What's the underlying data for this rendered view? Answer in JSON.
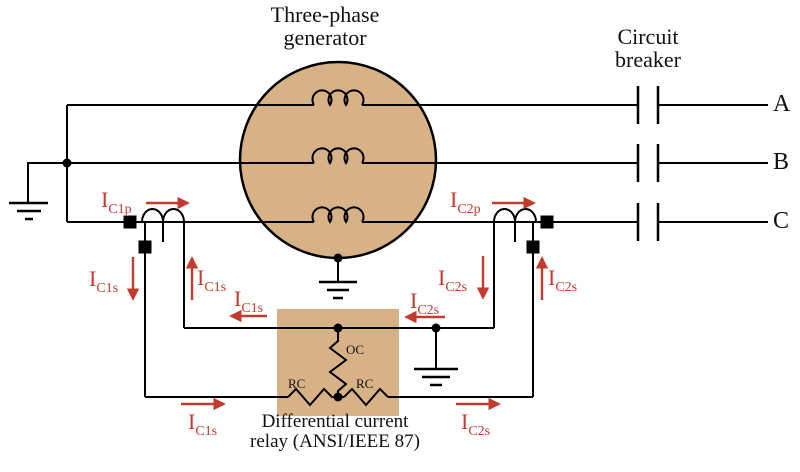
{
  "diagram": {
    "generator_title": [
      "Three-phase",
      "generator"
    ],
    "breaker_title": [
      "Circuit",
      "breaker"
    ],
    "phase_labels": [
      "A",
      "B",
      "C"
    ],
    "relay_caption": [
      "Differential current",
      "relay (ANSI/IEEE 87)"
    ],
    "coil_labels": {
      "operating": "OC",
      "restraint_left": "RC",
      "restraint_right": "RC"
    }
  },
  "currents": {
    "c1p": {
      "main": "I",
      "sub": "C1p"
    },
    "c1s": {
      "main": "I",
      "sub": "C1s"
    },
    "c2p": {
      "main": "I",
      "sub": "C2p"
    },
    "c2s": {
      "main": "I",
      "sub": "C2s"
    }
  },
  "colors": {
    "wire_black": "#000000",
    "annotation_red": "#c23b2e",
    "component_tan": "#d7b286"
  }
}
